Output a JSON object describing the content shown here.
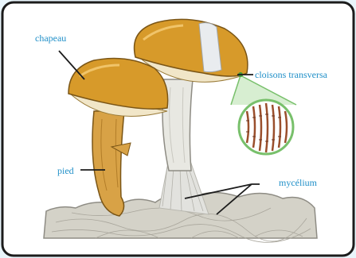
{
  "labels": {
    "cap": "chapeau",
    "stem": "pied",
    "septa": "cloisons transversa",
    "mycelium": "mycélium"
  },
  "colors": {
    "label_text": "#1f8fc8",
    "background": "#e9f5fb",
    "panel": "#ffffff",
    "border": "#1c1c1c",
    "cap": "#d79a2a",
    "gills": "#f1e6c8",
    "stem": "#d8a246",
    "stem_white": "#e7e7e2",
    "soil": "#d4d2c8",
    "zoom_green": "#78c06b",
    "septa_line": "#9a4f2c"
  }
}
